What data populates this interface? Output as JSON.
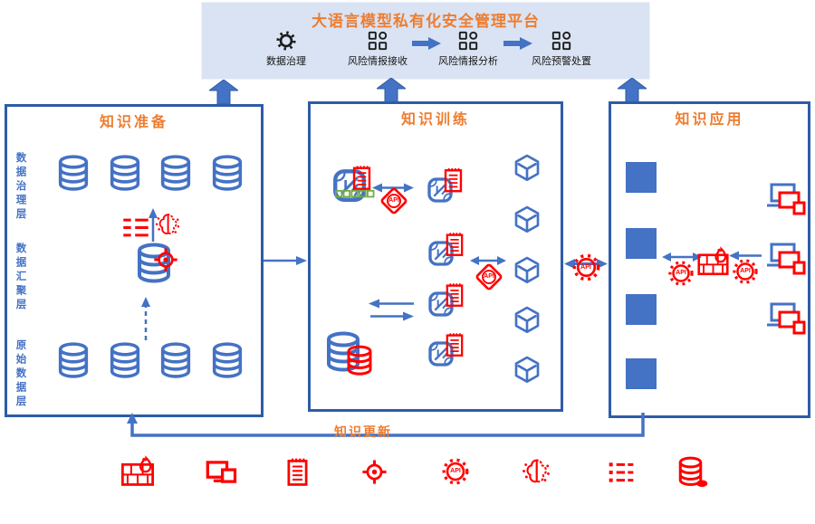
{
  "platform": {
    "title": "大语言模型私有化安全管理平台",
    "steps": [
      {
        "label": "数据治理",
        "icon": "gear-icon"
      },
      {
        "label": "风险情报接收",
        "icon": "grid-icon"
      },
      {
        "label": "风险情报分析",
        "icon": "grid-icon"
      },
      {
        "label": "风险预警处置",
        "icon": "grid-icon"
      }
    ]
  },
  "panels": {
    "knowledge_prepare": {
      "title": "知识准备",
      "layers": [
        {
          "label": "数据治理层"
        },
        {
          "label": "数据汇聚层"
        },
        {
          "label": "原始数据层"
        }
      ]
    },
    "knowledge_train": {
      "title": "知识训练"
    },
    "knowledge_apply": {
      "title": "知识应用"
    }
  },
  "labels": {
    "api": "API",
    "knowledge_update": "知识更新"
  },
  "colors": {
    "accent_orange": "#ED7D31",
    "primary_blue": "#4472C4",
    "border_blue": "#2E5CA6",
    "alert_red": "#FF0000",
    "platform_bg": "#DAE3F3",
    "green": "#70AD47"
  },
  "bottom_icons": [
    {
      "name": "firewall-icon"
    },
    {
      "name": "screens-icon"
    },
    {
      "name": "notepad-icon"
    },
    {
      "name": "target-icon"
    },
    {
      "name": "api-icon"
    },
    {
      "name": "brain-icon"
    },
    {
      "name": "list-icon"
    },
    {
      "name": "database-icon"
    }
  ]
}
